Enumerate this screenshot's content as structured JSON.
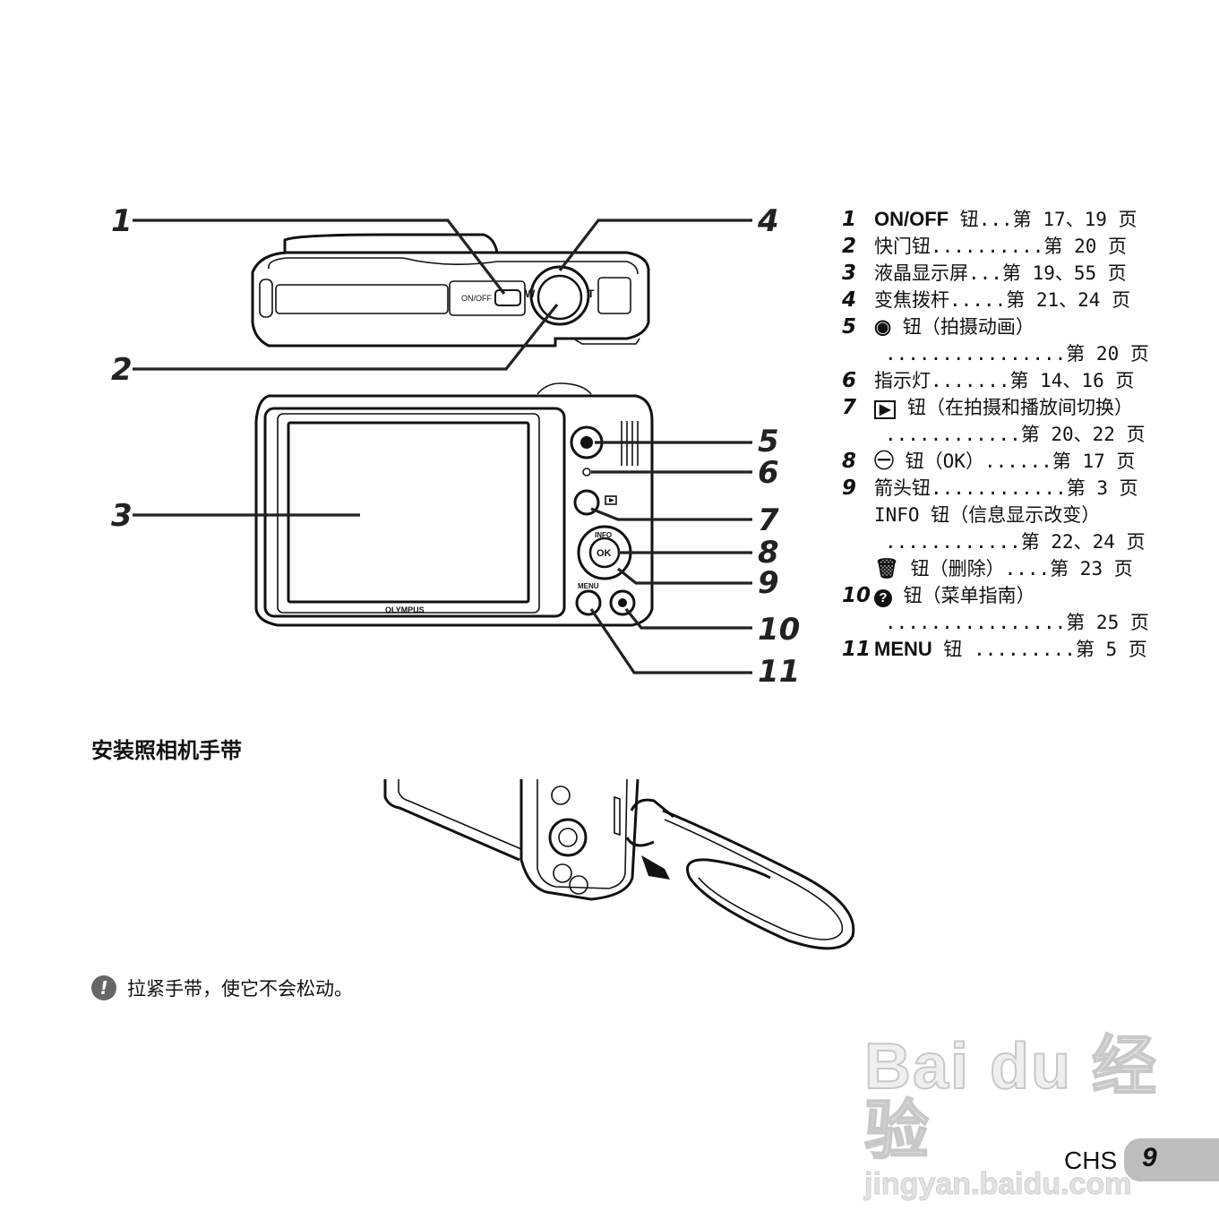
{
  "diagram": {
    "callouts": [
      "1",
      "2",
      "3",
      "4",
      "5",
      "6",
      "7",
      "8",
      "9",
      "10",
      "11"
    ],
    "camera_labels": {
      "onoff": "ON/OFF",
      "zoom_w": "W",
      "zoom_t": "T",
      "brand": "OLYMPUS",
      "info": "INFO",
      "ok": "OK",
      "menu": "MENU"
    }
  },
  "legend": [
    {
      "num": "1",
      "name": "ON/OFF",
      "text": " 钮...第 17、19 页"
    },
    {
      "num": "2",
      "name": "",
      "text": "快门钮..........第 20 页"
    },
    {
      "num": "3",
      "name": "",
      "text": "液晶显示屏...第 19、55 页"
    },
    {
      "num": "4",
      "name": "",
      "text": "变焦拨杆.....第 21、24 页"
    },
    {
      "num": "5",
      "name": "◉",
      "text": " 钮（拍摄动画）"
    },
    {
      "num": "",
      "name": "",
      "text": "................第 20 页"
    },
    {
      "num": "6",
      "name": "",
      "text": "指示灯.......第 14、16 页"
    },
    {
      "num": "7",
      "name": "▶",
      "text": " 钮（在拍摄和播放间切换）"
    },
    {
      "num": "",
      "name": "",
      "text": "............第 20、22 页"
    },
    {
      "num": "8",
      "name": "㊀",
      "text": " 钮（OK）......第 17 页"
    },
    {
      "num": "9",
      "name": "",
      "text": "箭头钮............第 3 页"
    },
    {
      "num": "",
      "name": "",
      "text": "INFO 钮（信息显示改变）"
    },
    {
      "num": "",
      "name": "",
      "text": "............第 22、24 页"
    },
    {
      "num": "",
      "name": "🗑",
      "text": " 钮（删除）....第 23 页"
    },
    {
      "num": "10",
      "name": "?",
      "text": " 钮（菜单指南）"
    },
    {
      "num": "",
      "name": "",
      "text": "................第 25 页"
    },
    {
      "num": "11",
      "name": "MENU",
      "text": " 钮 .........第 5 页"
    }
  ],
  "section_title": "安装照相机手带",
  "note": {
    "icon": "!",
    "text": "拉紧手带，使它不会松动。"
  },
  "watermark": {
    "logo": "Bai du 经验",
    "url": "jingyan.baidu.com"
  },
  "footer": {
    "lang": "CHS",
    "page": "9"
  }
}
